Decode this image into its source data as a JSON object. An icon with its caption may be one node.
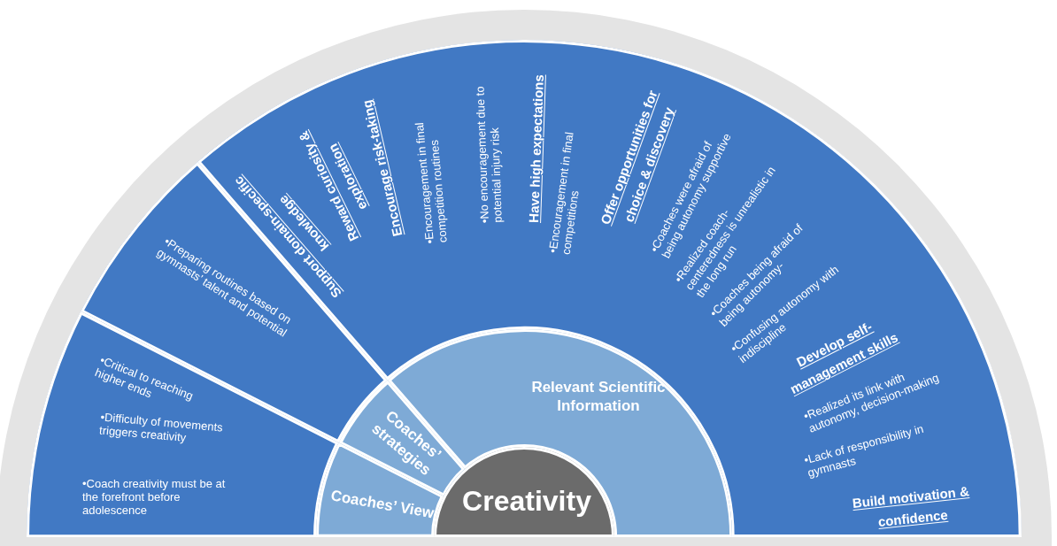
{
  "diagram": {
    "nodes": [
      {
        "text": [
          "Creativity"
        ]
      },
      {
        "text": [
          "Coaches’ View"
        ]
      },
      {
        "text": [
          "Coaches’ strategies"
        ]
      },
      {
        "text": [
          "Relevant Scientific Information"
        ]
      },
      {
        "text": [
          "•Critical to reaching higher ends",
          "•Difficulty of movements triggers creativity",
          "•Coach creativity must be at the forefront before adolescence"
        ]
      },
      {
        "text": [
          "•Preparing routines based on gymnasts’ talent and potential"
        ]
      },
      {
        "text": [
          "Support domain-specific knowledge",
          "Reward curiosity & exploration",
          "Encourage risk-taking",
          "•Encouragement in final competition routines",
          "•No encouragement due to potential injury risk",
          "Have high expectations",
          "•Encouragement in final competitions",
          "Offer opportunities for choice & discovery",
          "•Coaches were afraid of being autonomy supportive",
          "•Realized coach-centeredness is unrealistic in the long run",
          "•Coaches being afraid of being autonomy-",
          "•Confusing autonomy with indiscipline",
          "Develop self-management skills",
          "•Realized its link with autonomy, decision-making",
          "•Lack of responsibility in gymnasts",
          "Build motivation & confidence"
        ]
      }
    ]
  }
}
